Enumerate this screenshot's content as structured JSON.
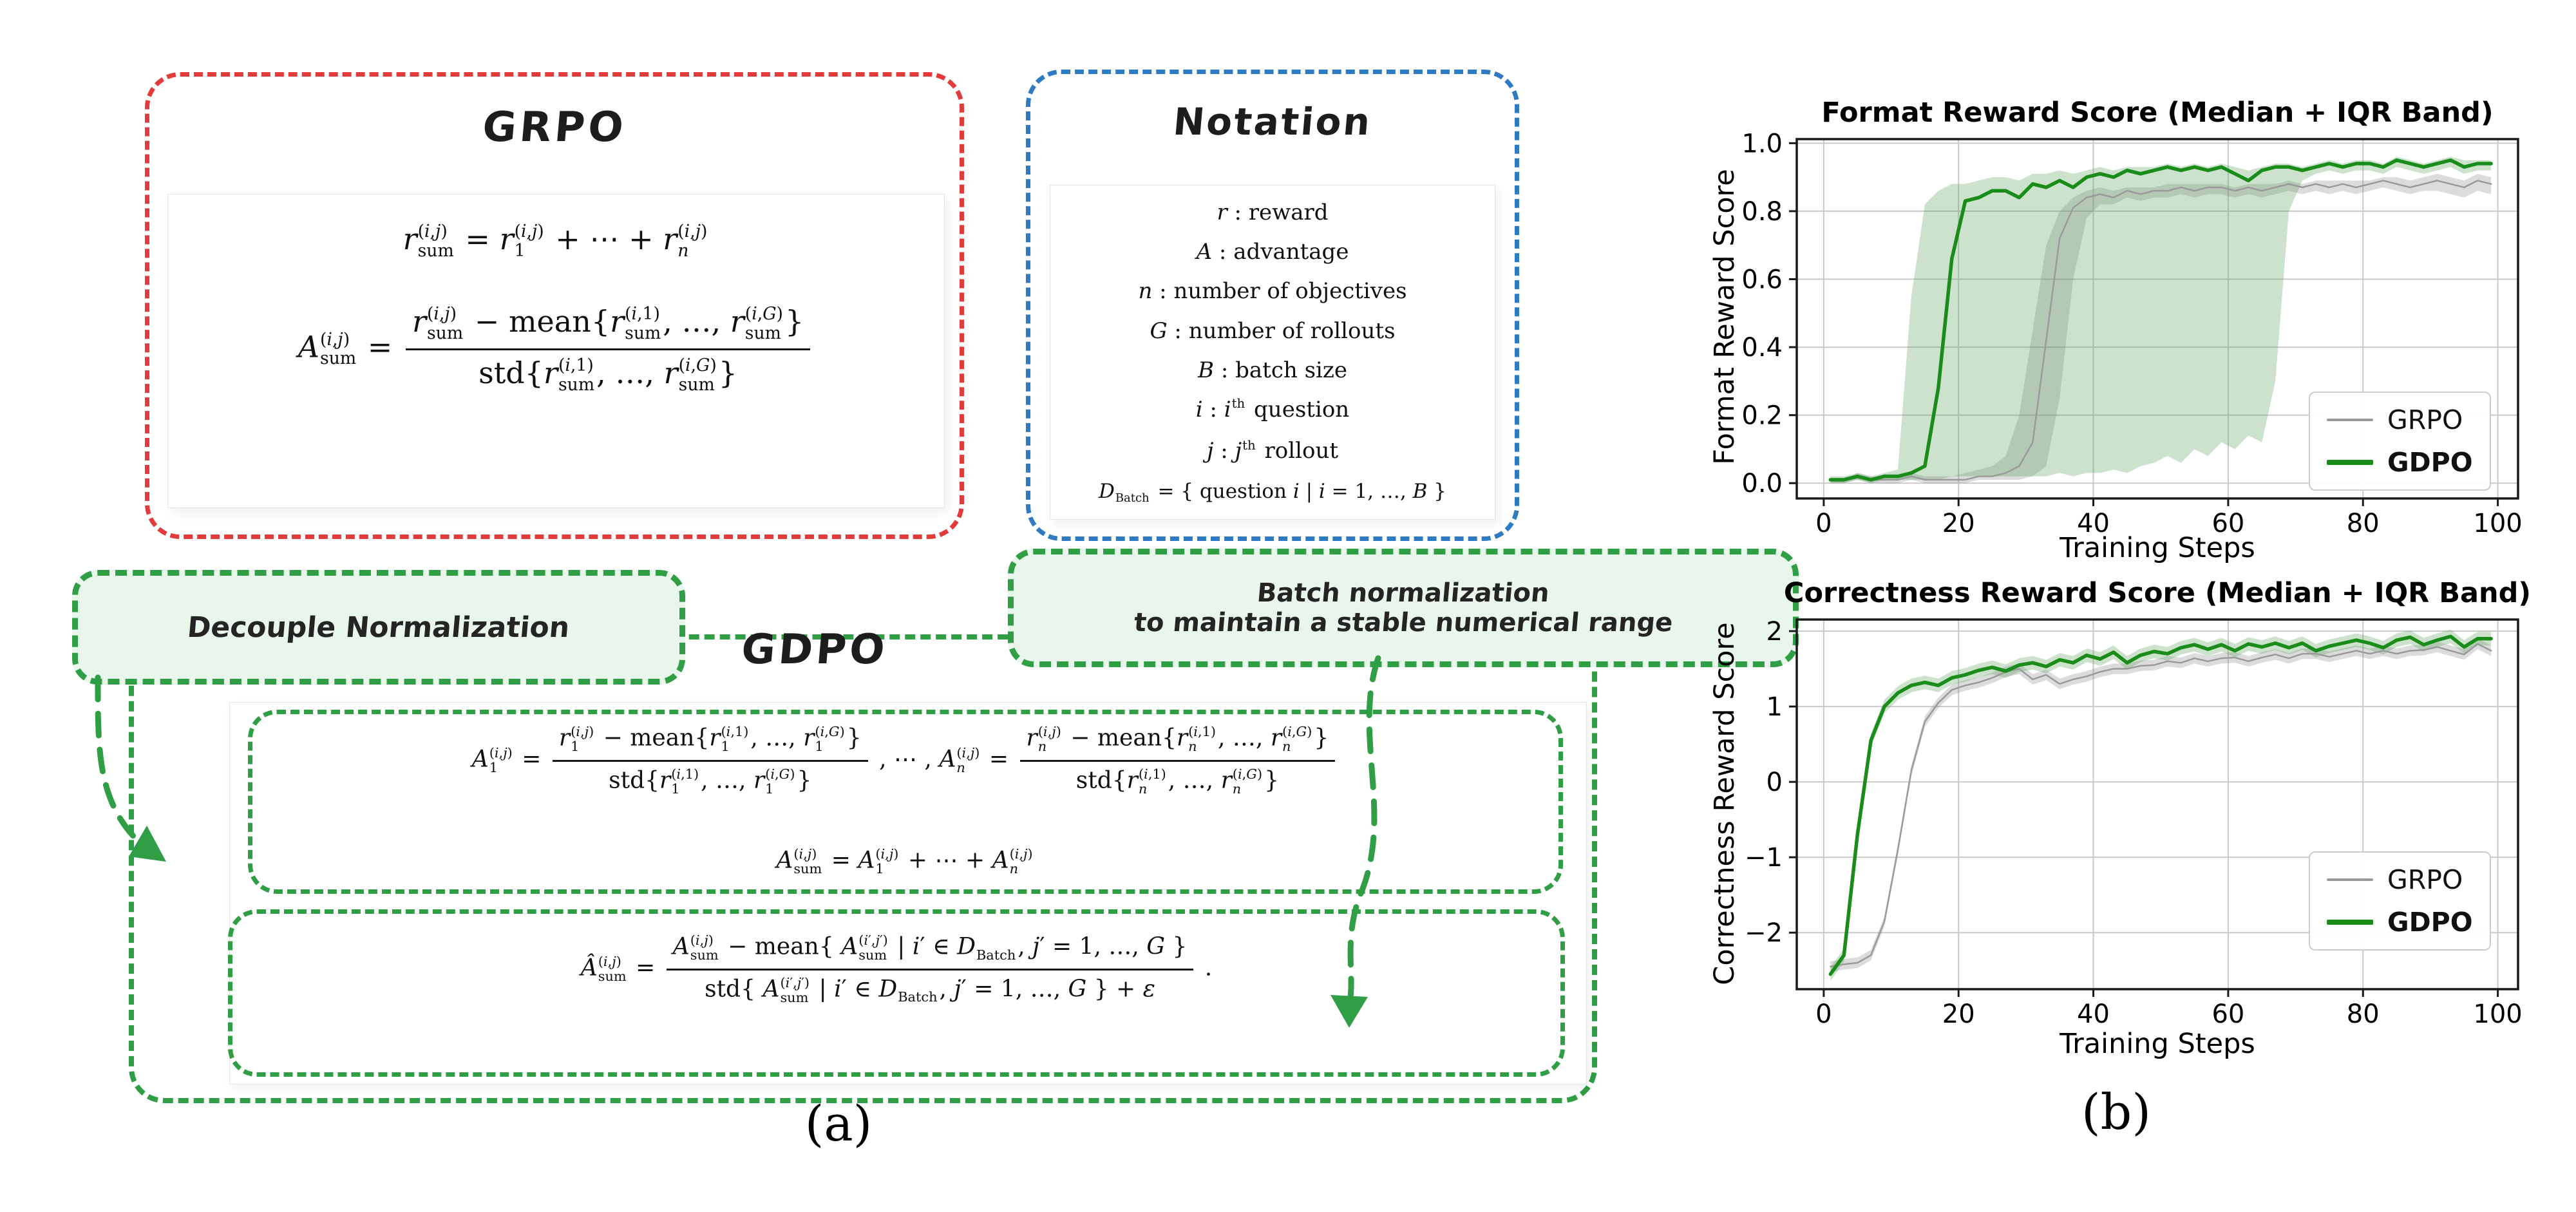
{
  "panel_a": {
    "caption": "(a)",
    "grpo_box": {
      "title": "GRPO",
      "eq_reward_sum": "r_[sum]^[(i,j)] = r_[1]^[(i,j)] + ⋯ + r_[n]^[(i,j)]",
      "eq_advantage": "A_[sum]^[(i,j)] = \\frac[r_[sum]^[(i,j)] − mean{r_[sum]^[(i,1)], …, r_[sum]^[(i,G)]}][std{r_[sum]^[(i,1)], …, r_[sum]^[(i,G)]}]"
    },
    "notation_box": {
      "title": "Notation",
      "lines": [
        "r : reward",
        "A : advantage",
        "n : number of objectives",
        "G : number of rollouts",
        "B : batch size",
        "i : i^[th] question",
        "j : j^[th] rollout",
        "D_[Batch] = { question i | i = 1, …, B }"
      ]
    },
    "gdpo_box": {
      "title": "GDPO",
      "eq_decoupled": "A_[1]^[(i,j)] = \\frac[r_[1]^[(i,j)] − mean{r_[1]^[(i,1)], …, r_[1]^[(i,G)]}][std{r_[1]^[(i,1)], …, r_[1]^[(i,G)]}] , ⋯ , A_[n]^[(i,j)] = \\frac[r_[n]^[(i,j)] − mean{r_[n]^[(i,1)], …, r_[n]^[(i,G)]}][std{r_[n]^[(i,1)], …, r_[n]^[(i,G)]}]",
      "eq_sum": "A_[sum]^[(i,j)] = A_[1]^[(i,j)] + ⋯ + A_[n]^[(i,j)]",
      "eq_batch_norm": "Â_[sum]^[(i,j)] = \\frac[A_[sum]^[(i,j)] − mean{ A_[sum]^[(i′,j′)] | i′ ∈ D_[Batch],  j′ = 1, …, G }][std{ A_[sum]^[(i′,j′)] | i′ ∈ D_[Batch],  j′ = 1, …, G } + ε] ."
    },
    "callouts": {
      "decouple": "Decouple Normalization",
      "batch_line1": "Batch normalization",
      "batch_line2": "to maintain a stable numerical range"
    }
  },
  "panel_b": {
    "caption": "(b)"
  },
  "colors": {
    "diagram_green": "#2f9e44",
    "diagram_red": "#e23b3b",
    "diagram_blue": "#2e7bc4",
    "callout_fill": "#e9f6ec",
    "gdpo_line": "#1a8c1a",
    "grpo_line": "#9a9a9a",
    "gdpo_band": "rgba(90,160,90,0.30)",
    "grpo_band": "rgba(130,130,130,0.28)",
    "grid": "#c9c9c9",
    "spine": "#1a1a1a"
  },
  "chart_data": [
    {
      "type": "line",
      "title": "Format Reward Score (Median + IQR Band)",
      "xlabel": "Training Steps",
      "ylabel": "Format Reward Score",
      "xlim": [
        -4,
        103
      ],
      "ylim": [
        -0.045,
        1.012
      ],
      "xticks": [
        0,
        20,
        40,
        60,
        80,
        100
      ],
      "xtick_labels": [
        "0",
        "20",
        "40",
        "60",
        "80",
        "100"
      ],
      "yticks": [
        0.0,
        0.2,
        0.4,
        0.6,
        0.8,
        1.0
      ],
      "ytick_labels": [
        "0.0",
        "0.2",
        "0.4",
        "0.6",
        "0.8",
        "1.0"
      ],
      "grid": true,
      "legend_position": "lower right",
      "x": [
        1,
        3,
        5,
        7,
        9,
        11,
        13,
        15,
        17,
        19,
        21,
        23,
        25,
        27,
        29,
        31,
        33,
        35,
        37,
        39,
        41,
        43,
        45,
        47,
        49,
        51,
        53,
        55,
        57,
        59,
        61,
        63,
        65,
        67,
        69,
        71,
        73,
        75,
        77,
        79,
        81,
        83,
        85,
        87,
        89,
        91,
        93,
        95,
        97,
        99
      ],
      "series": [
        {
          "name": "GRPO",
          "color": "#9a9a9a",
          "linewidth": 2.5,
          "band_color": "rgba(130,130,130,0.28)",
          "values": [
            0.01,
            0.01,
            0.02,
            0.01,
            0.01,
            0.01,
            0.02,
            0.01,
            0.01,
            0.01,
            0.01,
            0.02,
            0.02,
            0.03,
            0.05,
            0.12,
            0.42,
            0.72,
            0.81,
            0.84,
            0.85,
            0.84,
            0.86,
            0.85,
            0.86,
            0.86,
            0.87,
            0.86,
            0.87,
            0.87,
            0.86,
            0.87,
            0.86,
            0.87,
            0.88,
            0.87,
            0.88,
            0.87,
            0.88,
            0.87,
            0.88,
            0.89,
            0.88,
            0.87,
            0.88,
            0.89,
            0.88,
            0.87,
            0.89,
            0.88
          ],
          "band_lower": [
            0.0,
            0.0,
            0.01,
            0.0,
            0.0,
            0.0,
            0.01,
            0.0,
            0.0,
            0.0,
            0.0,
            0.01,
            0.01,
            0.01,
            0.01,
            0.02,
            0.05,
            0.25,
            0.6,
            0.78,
            0.82,
            0.82,
            0.84,
            0.83,
            0.84,
            0.84,
            0.85,
            0.84,
            0.85,
            0.85,
            0.84,
            0.85,
            0.84,
            0.85,
            0.86,
            0.85,
            0.86,
            0.85,
            0.86,
            0.85,
            0.86,
            0.87,
            0.86,
            0.85,
            0.86,
            0.86,
            0.85,
            0.84,
            0.86,
            0.85
          ],
          "band_upper": [
            0.01,
            0.01,
            0.03,
            0.02,
            0.02,
            0.02,
            0.03,
            0.02,
            0.02,
            0.02,
            0.03,
            0.04,
            0.05,
            0.08,
            0.2,
            0.45,
            0.7,
            0.8,
            0.84,
            0.86,
            0.87,
            0.86,
            0.87,
            0.87,
            0.87,
            0.88,
            0.88,
            0.88,
            0.88,
            0.88,
            0.87,
            0.88,
            0.88,
            0.88,
            0.89,
            0.88,
            0.89,
            0.89,
            0.89,
            0.89,
            0.89,
            0.9,
            0.9,
            0.89,
            0.9,
            0.91,
            0.9,
            0.89,
            0.91,
            0.9
          ]
        },
        {
          "name": "GDPO",
          "color": "#1a8c1a",
          "linewidth": 5.5,
          "legend_bold": true,
          "band_color": "rgba(90,160,90,0.30)",
          "values": [
            0.01,
            0.01,
            0.02,
            0.01,
            0.02,
            0.02,
            0.03,
            0.05,
            0.28,
            0.66,
            0.83,
            0.84,
            0.86,
            0.86,
            0.84,
            0.88,
            0.87,
            0.89,
            0.87,
            0.9,
            0.91,
            0.9,
            0.92,
            0.91,
            0.92,
            0.93,
            0.92,
            0.93,
            0.92,
            0.93,
            0.91,
            0.89,
            0.92,
            0.93,
            0.93,
            0.92,
            0.93,
            0.94,
            0.93,
            0.94,
            0.94,
            0.93,
            0.95,
            0.94,
            0.93,
            0.94,
            0.95,
            0.93,
            0.94,
            0.94
          ],
          "band_lower": [
            0.0,
            0.0,
            0.01,
            0.0,
            0.01,
            0.01,
            0.01,
            0.01,
            0.01,
            0.02,
            0.02,
            0.02,
            0.02,
            0.02,
            0.02,
            0.02,
            0.02,
            0.03,
            0.02,
            0.03,
            0.03,
            0.04,
            0.03,
            0.05,
            0.06,
            0.08,
            0.06,
            0.1,
            0.08,
            0.12,
            0.1,
            0.14,
            0.12,
            0.3,
            0.8,
            0.89,
            0.91,
            0.92,
            0.91,
            0.92,
            0.92,
            0.91,
            0.93,
            0.92,
            0.91,
            0.92,
            0.93,
            0.91,
            0.92,
            0.92
          ],
          "band_upper": [
            0.02,
            0.02,
            0.03,
            0.02,
            0.03,
            0.04,
            0.55,
            0.82,
            0.86,
            0.88,
            0.88,
            0.89,
            0.9,
            0.9,
            0.89,
            0.91,
            0.91,
            0.92,
            0.91,
            0.92,
            0.93,
            0.92,
            0.93,
            0.93,
            0.93,
            0.94,
            0.93,
            0.94,
            0.93,
            0.94,
            0.93,
            0.92,
            0.93,
            0.94,
            0.94,
            0.93,
            0.94,
            0.95,
            0.94,
            0.95,
            0.95,
            0.94,
            0.96,
            0.95,
            0.94,
            0.95,
            0.96,
            0.95,
            0.95,
            0.95
          ]
        }
      ]
    },
    {
      "type": "line",
      "title": "Correctness Reward Score (Median + IQR Band)",
      "xlabel": "Training Steps",
      "ylabel": "Correctness Reward Score",
      "xlim": [
        -4,
        103
      ],
      "ylim": [
        -2.75,
        2.154
      ],
      "xticks": [
        0,
        20,
        40,
        60,
        80,
        100
      ],
      "xtick_labels": [
        "0",
        "20",
        "40",
        "60",
        "80",
        "100"
      ],
      "yticks": [
        -2,
        -1,
        0,
        1,
        2
      ],
      "ytick_labels": [
        "−2",
        "−1",
        "0",
        "1",
        "2"
      ],
      "grid": true,
      "legend_position": "lower right",
      "x": [
        1,
        3,
        5,
        7,
        9,
        11,
        13,
        15,
        17,
        19,
        21,
        23,
        25,
        27,
        29,
        31,
        33,
        35,
        37,
        39,
        41,
        43,
        45,
        47,
        49,
        51,
        53,
        55,
        57,
        59,
        61,
        63,
        65,
        67,
        69,
        71,
        73,
        75,
        77,
        79,
        81,
        83,
        85,
        87,
        89,
        91,
        93,
        95,
        97,
        99
      ],
      "series": [
        {
          "name": "GRPO",
          "color": "#9a9a9a",
          "linewidth": 2.5,
          "band_color": "rgba(130,130,130,0.28)",
          "band_offset": 0.07,
          "values": [
            -2.45,
            -2.42,
            -2.4,
            -2.3,
            -1.85,
            -0.9,
            0.15,
            0.8,
            1.05,
            1.22,
            1.28,
            1.32,
            1.38,
            1.46,
            1.5,
            1.36,
            1.42,
            1.3,
            1.36,
            1.4,
            1.46,
            1.5,
            1.5,
            1.54,
            1.55,
            1.6,
            1.58,
            1.64,
            1.6,
            1.64,
            1.65,
            1.6,
            1.65,
            1.69,
            1.64,
            1.7,
            1.7,
            1.66,
            1.7,
            1.74,
            1.7,
            1.74,
            1.7,
            1.74,
            1.75,
            1.79,
            1.74,
            1.69,
            1.83,
            1.74
          ]
        },
        {
          "name": "GDPO",
          "color": "#1a8c1a",
          "linewidth": 5.5,
          "legend_bold": true,
          "band_color": "rgba(90,160,90,0.30)",
          "band_offset": 0.09,
          "values": [
            -2.55,
            -2.3,
            -0.7,
            0.55,
            1.0,
            1.18,
            1.28,
            1.32,
            1.28,
            1.38,
            1.42,
            1.48,
            1.52,
            1.47,
            1.55,
            1.58,
            1.53,
            1.62,
            1.58,
            1.68,
            1.63,
            1.72,
            1.58,
            1.68,
            1.73,
            1.7,
            1.78,
            1.82,
            1.76,
            1.82,
            1.74,
            1.83,
            1.79,
            1.84,
            1.78,
            1.84,
            1.74,
            1.8,
            1.84,
            1.88,
            1.84,
            1.78,
            1.88,
            1.92,
            1.82,
            1.88,
            1.93,
            1.79,
            1.9,
            1.9
          ]
        }
      ]
    }
  ]
}
